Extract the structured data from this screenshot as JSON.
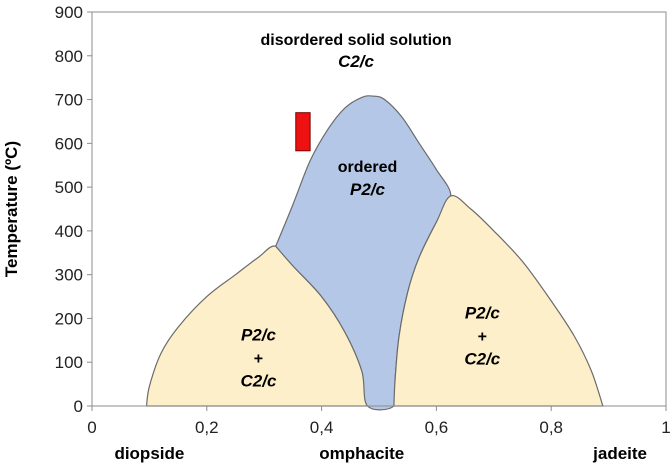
{
  "chart_data": {
    "type": "area",
    "title": "",
    "xlabel": "",
    "ylabel": "Temperature (ºC)",
    "xlim": [
      0,
      1
    ],
    "ylim": [
      0,
      900
    ],
    "x_ticks": [
      0,
      0.2,
      0.4,
      0.6,
      0.8,
      1
    ],
    "x_tick_labels": [
      "0",
      "0,2",
      "0,4",
      "0,6",
      "0,8",
      "1"
    ],
    "y_ticks": [
      0,
      100,
      200,
      300,
      400,
      500,
      600,
      700,
      800,
      900
    ],
    "y_tick_labels": [
      "0",
      "100",
      "200",
      "300",
      "400",
      "500",
      "600",
      "700",
      "800",
      "900"
    ],
    "grid": false,
    "endmember_labels": [
      {
        "text": "diopside",
        "x": 0.1
      },
      {
        "text": "omphacite",
        "x": 0.47
      },
      {
        "text": "jadeite",
        "x": 0.92
      }
    ],
    "regions": [
      {
        "name": "left-two-phase",
        "fill": "#fdefc9",
        "label_lines": [
          "P2/c",
          "+",
          "C2/c"
        ],
        "label_italic": [
          true,
          false,
          true
        ],
        "label_pos": [
          0.29,
          150
        ],
        "boundary": [
          [
            0.095,
            0
          ],
          [
            0.1,
            45
          ],
          [
            0.12,
            120
          ],
          [
            0.15,
            180
          ],
          [
            0.2,
            250
          ],
          [
            0.25,
            300
          ],
          [
            0.29,
            340
          ],
          [
            0.32,
            365
          ],
          [
            0.35,
            320
          ],
          [
            0.4,
            250
          ],
          [
            0.44,
            170
          ],
          [
            0.47,
            80
          ],
          [
            0.48,
            0
          ]
        ]
      },
      {
        "name": "ordered",
        "fill": "#b4c7e7",
        "label_lines": [
          "ordered",
          "P2/c"
        ],
        "label_italic": [
          false,
          true
        ],
        "label_pos": [
          0.48,
          535
        ],
        "boundary": [
          [
            0.32,
            365
          ],
          [
            0.35,
            460
          ],
          [
            0.38,
            560
          ],
          [
            0.41,
            630
          ],
          [
            0.44,
            680
          ],
          [
            0.47,
            705
          ],
          [
            0.49,
            708
          ],
          [
            0.51,
            700
          ],
          [
            0.54,
            660
          ],
          [
            0.57,
            600
          ],
          [
            0.6,
            540
          ],
          [
            0.625,
            480
          ],
          [
            0.6,
            420
          ],
          [
            0.57,
            340
          ],
          [
            0.55,
            260
          ],
          [
            0.535,
            160
          ],
          [
            0.528,
            60
          ],
          [
            0.526,
            0
          ],
          [
            0.48,
            0
          ],
          [
            0.47,
            80
          ],
          [
            0.44,
            170
          ],
          [
            0.4,
            250
          ],
          [
            0.35,
            320
          ],
          [
            0.32,
            365
          ]
        ]
      },
      {
        "name": "right-two-phase",
        "fill": "#fdefc9",
        "label_lines": [
          "P2/c",
          "+",
          "C2/c"
        ],
        "label_italic": [
          true,
          false,
          true
        ],
        "label_pos": [
          0.68,
          200
        ],
        "boundary": [
          [
            0.526,
            0
          ],
          [
            0.528,
            60
          ],
          [
            0.535,
            160
          ],
          [
            0.55,
            260
          ],
          [
            0.57,
            340
          ],
          [
            0.6,
            420
          ],
          [
            0.625,
            480
          ],
          [
            0.66,
            450
          ],
          [
            0.7,
            400
          ],
          [
            0.75,
            330
          ],
          [
            0.8,
            240
          ],
          [
            0.84,
            160
          ],
          [
            0.87,
            80
          ],
          [
            0.89,
            0
          ]
        ]
      }
    ],
    "top_label": {
      "lines": [
        "disordered solid solution",
        "C2/c"
      ],
      "label_italic": [
        false,
        true
      ],
      "pos": [
        0.46,
        825
      ]
    },
    "marker": {
      "fill": "#ee1111",
      "x": [
        0.355,
        0.38
      ],
      "y": [
        583,
        670
      ]
    }
  }
}
